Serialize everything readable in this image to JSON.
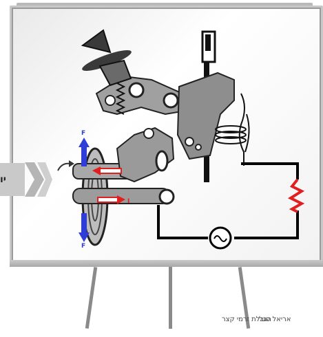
{
  "nav": {
    "tab_text": "יו"
  },
  "diagram": {
    "labels": {
      "force_top": "F",
      "force_bottom": "F",
      "current": "I"
    }
  },
  "footer": {
    "author": "אריאל סגל",
    "topic": "הגבלת זרמי קצר"
  },
  "colors": {
    "force_arrow": "#2f3fd6",
    "current_arrow": "#e02020",
    "resistor": "#e02020",
    "dark_part": "#3a3a3a",
    "mid_part": "#8a8a8a"
  }
}
